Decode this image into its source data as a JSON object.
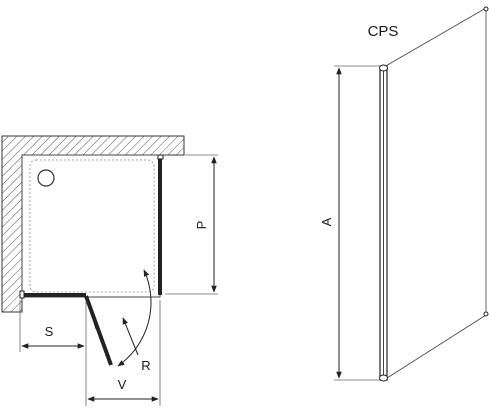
{
  "diagram": {
    "panel_title": "CPS",
    "labels": {
      "depth": "P",
      "side": "S",
      "door_width": "V",
      "radius": "R",
      "height": "A"
    }
  }
}
